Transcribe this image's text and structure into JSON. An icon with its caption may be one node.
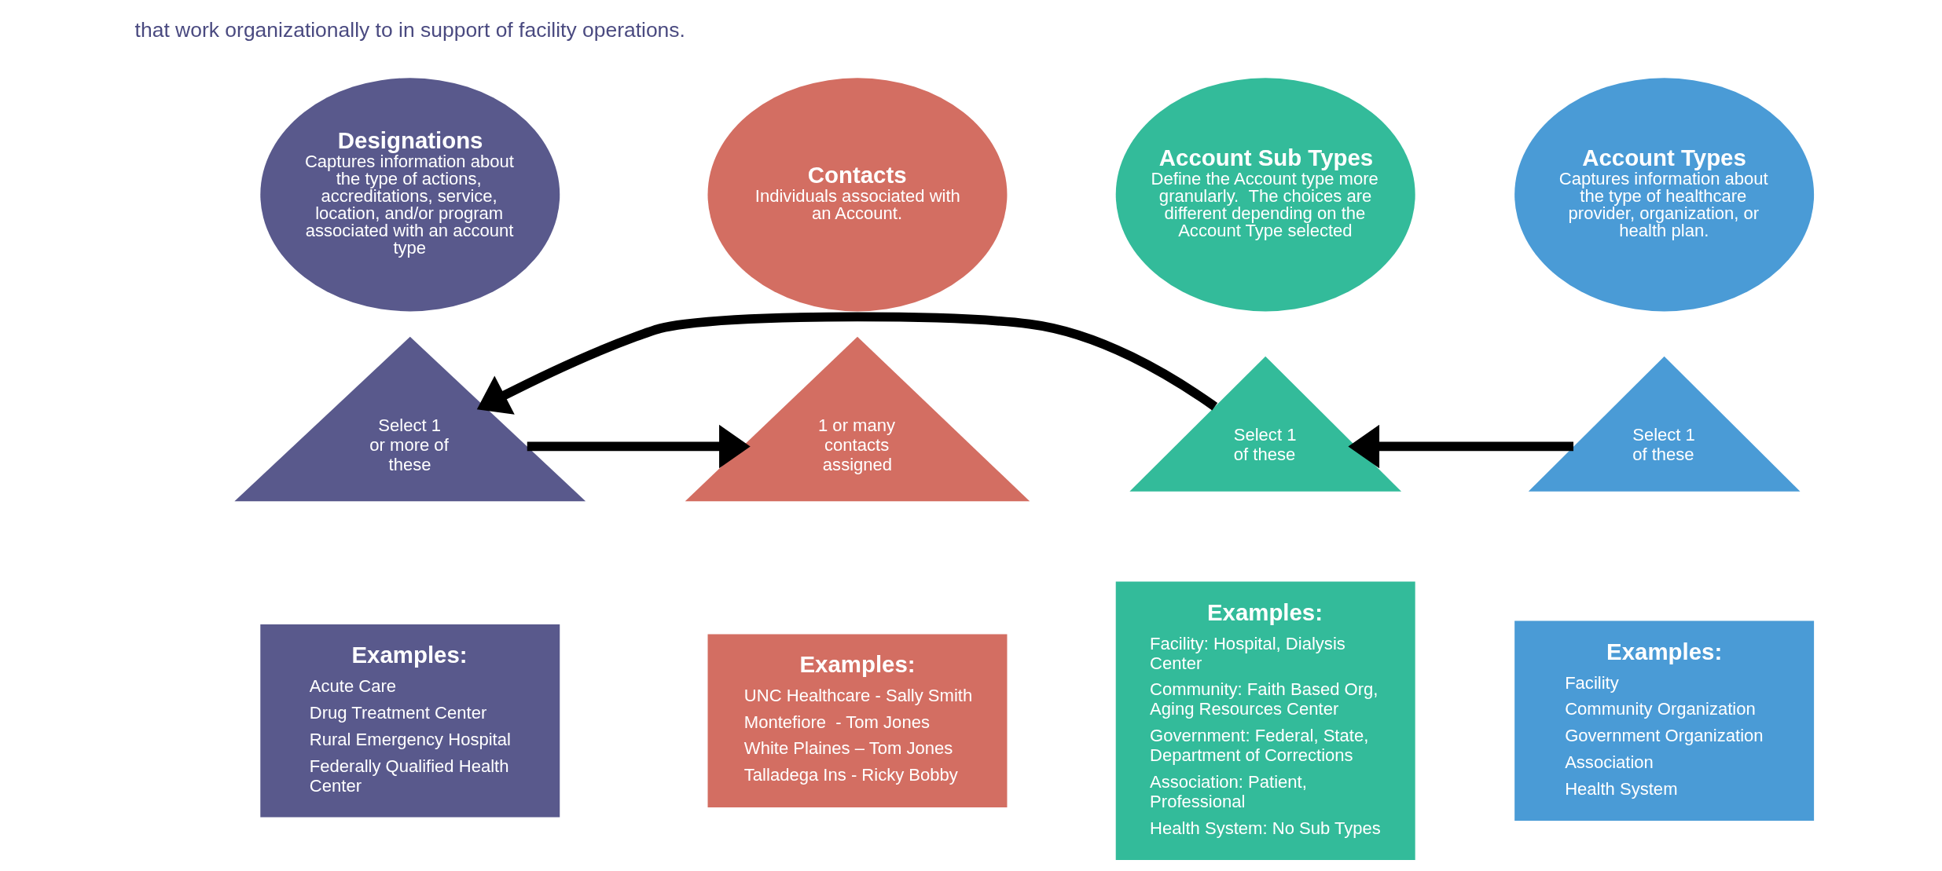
{
  "diagram": {
    "nodes": [
      {
        "text": [
          "Account Types",
          "Captures information about the type of healthcare provider, organization, or health plan."
        ]
      },
      {
        "text": [
          "Select 1 of these"
        ]
      },
      {
        "text": [
          "Examples:",
          "Facility",
          "Community Organization",
          "Government Organization",
          "Association",
          "Health System"
        ]
      },
      {
        "text": [
          "Account Sub Types",
          "Define the Account type more granularly.  The choices are different depending on the Account Type selected"
        ]
      },
      {
        "text": [
          "Select 1 of these"
        ]
      },
      {
        "text": [
          "Examples:",
          "Facility: Hospital, Dialysis Center",
          "Community: Faith Based Org, Aging Resources Center",
          "Government: Federal, State, Department of Corrections",
          "Association: Patient, Professional",
          "Health System: No Sub Types"
        ]
      },
      {
        "text": [
          "Designations",
          "Captures information about the type of actions, accreditations, service, location, and/or program associated with an account type"
        ]
      },
      {
        "text": [
          "Select 1 or more of these"
        ]
      },
      {
        "text": [
          "Examples:",
          "Acute Care",
          "Drug Treatment Center",
          "Rural Emergency Hospital",
          "Federally Qualified Health Center"
        ]
      },
      {
        "text": [
          "Contacts",
          "Individuals associated with an Account."
        ]
      },
      {
        "text": [
          "1 or many contacts assigned"
        ]
      },
      {
        "text": [
          "Examples:",
          "UNC Healthcare - Sally Smith",
          "Montefiore  - Tom Jones",
          "White Plaines – Tom Jones",
          "Talladega Ins - Ricky Bobby"
        ]
      }
    ],
    "edges": [
      {
        "from": 1,
        "to": 4,
        "arrow": "to"
      },
      {
        "from": 4,
        "to": 7,
        "arrow": "to"
      },
      {
        "from": 7,
        "to": 10,
        "arrow": "to"
      }
    ],
    "labels": [
      "that work organizationally to in support of facility operations."
    ]
  }
}
